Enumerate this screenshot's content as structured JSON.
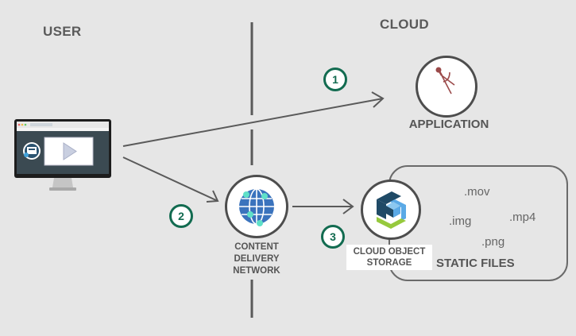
{
  "sections": {
    "user_label": "USER",
    "cloud_label": "CLOUD"
  },
  "nodes": {
    "application": {
      "label": "APPLICATION",
      "icon": "compass-icon"
    },
    "cdn": {
      "label_lines": [
        "CONTENT",
        "DELIVERY",
        "NETWORK"
      ],
      "icon": "globe-icon"
    },
    "cos": {
      "label_lines": [
        "CLOUD OBJECT",
        "STORAGE"
      ],
      "icon": "cube-storage-icon"
    },
    "static_files": {
      "label": "STATIC FILES",
      "extensions": [
        ".mov",
        ".img",
        ".mp4",
        ".png"
      ]
    },
    "user_device": {
      "icon": "monitor-video-player-icon"
    }
  },
  "steps": [
    "1",
    "2",
    "3"
  ],
  "colors": {
    "step_green": "#126b50",
    "globe_blue": "#3a73bd",
    "globe_dots": "#5fe0c8",
    "compass_red": "#9b4a4a",
    "cube_dark": "#1f4a66",
    "cube_light": "#5aa9e6",
    "cube_green": "#96c93d"
  }
}
